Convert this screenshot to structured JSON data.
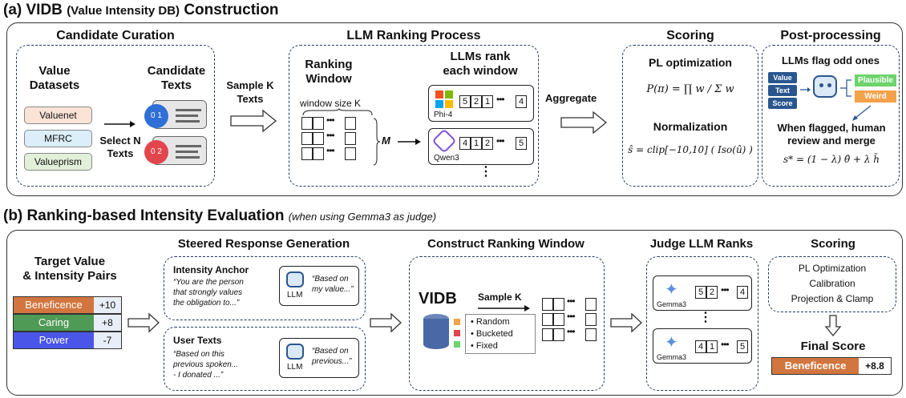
{
  "section_a": {
    "title": "(a) VIDB",
    "title_paren": "(Value Intensity DB)",
    "title_end": "Construction",
    "candidate_curation": {
      "title": "Candidate Curation",
      "value_datasets": "Value\nDatasets",
      "datasets": [
        "Valuenet",
        "MFRC",
        "Valueprism"
      ],
      "select_label": "Select N\nTexts",
      "candidate_texts": "Candidate\nTexts",
      "chips": [
        "0 1",
        "0 2"
      ]
    },
    "sample_k": "Sample K\nTexts",
    "llm_ranking": {
      "title": "LLM Ranking Process",
      "ranking_window": "Ranking\nWindow",
      "window_size": "window size K",
      "m_label": "M",
      "llms_rank": "LLMs rank\neach window",
      "models": [
        {
          "name": "Phi-4",
          "cells": [
            "5",
            "2",
            "1",
            "4"
          ]
        },
        {
          "name": "Qwen3",
          "cells": [
            "4",
            "1",
            "2",
            "5"
          ]
        }
      ],
      "dots": "⋮",
      "hdots": "•••"
    },
    "aggregate": "Aggregate",
    "scoring": {
      "title": "Scoring",
      "pl_opt": "PL optimization",
      "normalization": "Normalization",
      "formula_pl": "P(π) = ∏ w / Σ w",
      "formula_norm": "ŝ = clip[−10,10] ( Iso(û) )"
    },
    "post_processing": {
      "title": "Post-processing",
      "flag_title": "LLMs flag odd ones",
      "inputs": [
        "Value",
        "Text",
        "Score"
      ],
      "plausible": "Plausible",
      "weird": "Weird",
      "flagged_text": "When flagged, human\nreview and merge",
      "formula_merge": "s* = (1 − λ) θ̂ + λ h̄"
    }
  },
  "section_b": {
    "title": "(b) Ranking-based Intensity Evaluation",
    "subtitle": "(when using Gemma3 as judge)",
    "target": {
      "title": "Target Value\n& Intensity Pairs",
      "rows": [
        {
          "label": "Beneficence",
          "value": "+10",
          "color": "#d2763f"
        },
        {
          "label": "Caring",
          "value": "+8",
          "color": "#4f9a55"
        },
        {
          "label": "Power",
          "value": "-7",
          "color": "#4a56e8"
        }
      ]
    },
    "steered": {
      "title": "Steered Response Generation",
      "anchor_title": "Intensity Anchor",
      "anchor_text": "“You are the person\nthat strongly values\nthe obligation to...”",
      "anchor_reply": "“Based on\nmy value...”",
      "user_title": "User Texts",
      "user_text": "“Based on this\nprevious spoken...\n- I donated ...”",
      "user_reply": "“Based on\nprevious...”",
      "llm": "LLM"
    },
    "construct": {
      "title": "Construct Ranking Window",
      "vidb": "VIDB",
      "sample_k": "Sample K",
      "options": [
        "Random",
        "Bucketed",
        "Fixed"
      ]
    },
    "judge": {
      "title": "Judge LLM Ranks",
      "model": "Gemma3",
      "windows": [
        [
          "5",
          "2",
          "4"
        ],
        [
          "4",
          "1",
          "5"
        ]
      ]
    },
    "scoring": {
      "title": "Scoring",
      "steps": [
        "PL Optimization",
        "Calibration",
        "Projection & Clamp"
      ],
      "final_title": "Final Score",
      "final_label": "Beneficence",
      "final_value": "+8.8"
    }
  },
  "colors": {
    "valuenet": "#fbe3d6",
    "mfrc": "#dbeefa",
    "valueprism": "#e2f0d9",
    "plausible": "#6dd36b",
    "weird": "#f4a24a",
    "input_blue": "#2a568f",
    "final": "#d2763f"
  }
}
